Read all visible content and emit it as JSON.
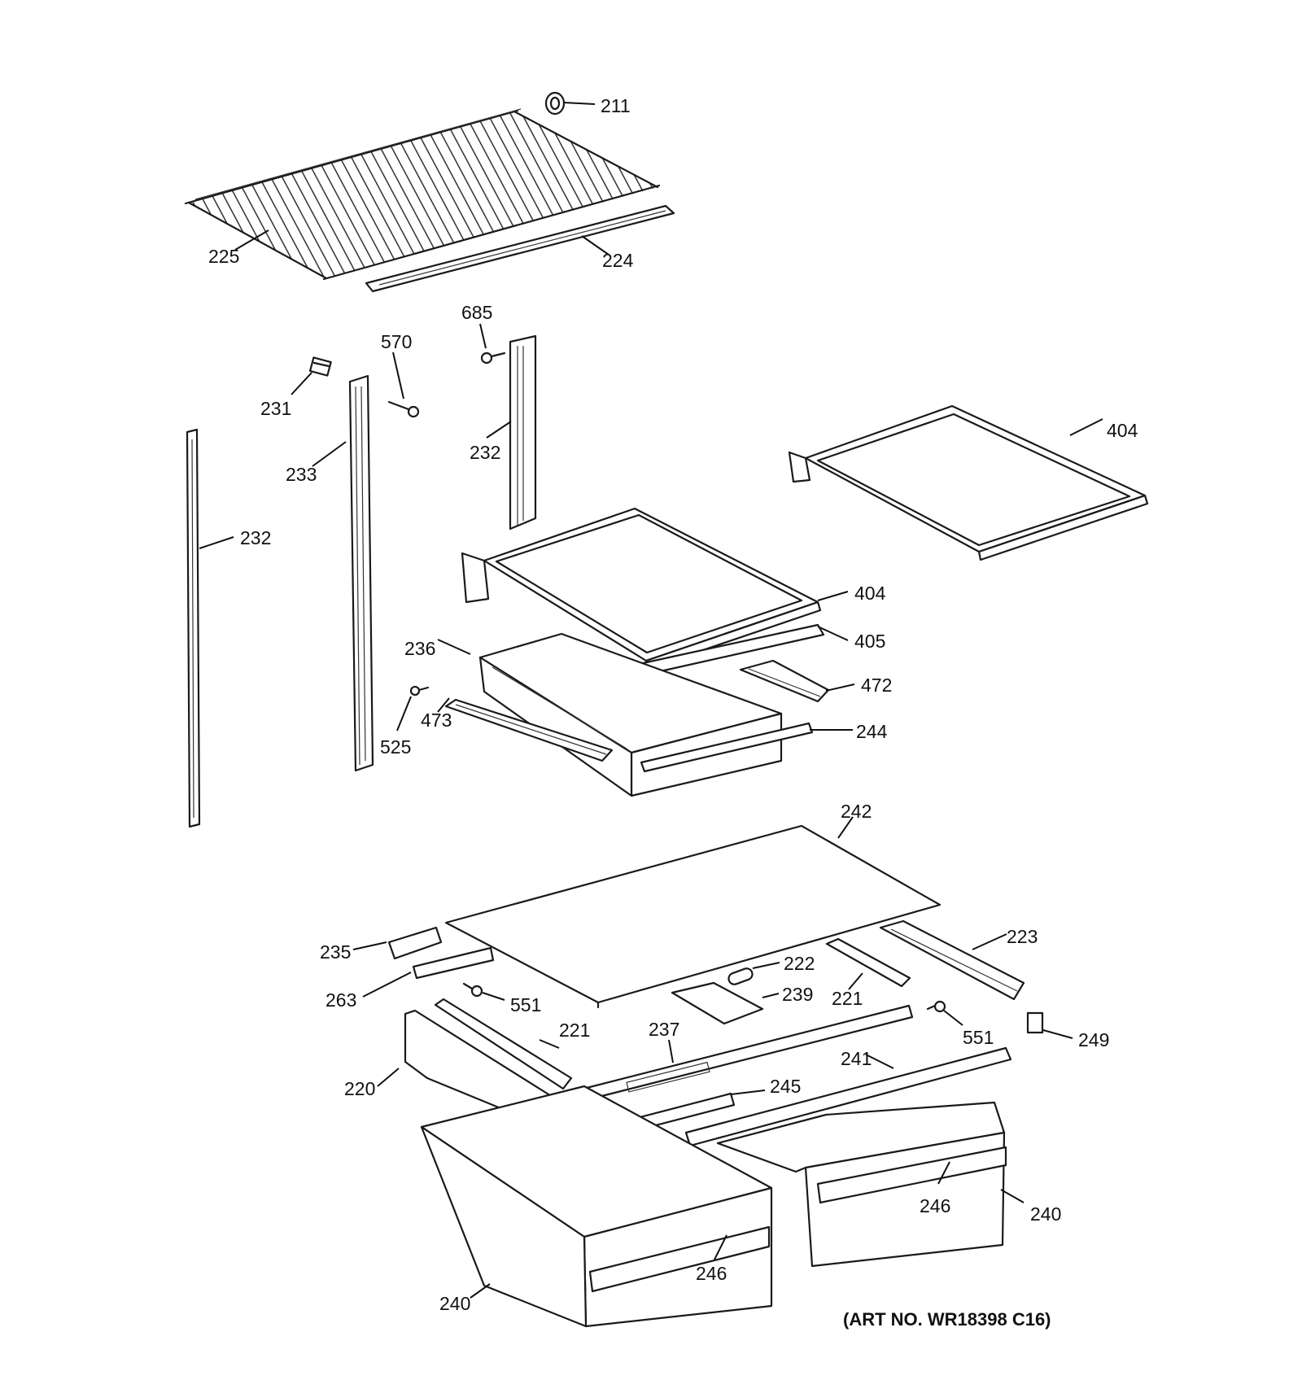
{
  "art_number": "(ART NO. WR18398 C16)",
  "callouts": {
    "c211": "211",
    "c225": "225",
    "c224": "224",
    "c685": "685",
    "c570": "570",
    "c231": "231",
    "c232a": "232",
    "c233": "233",
    "c232b": "232",
    "c404a": "404",
    "c404b": "404",
    "c405": "405",
    "c236": "236",
    "c472": "472",
    "c473": "473",
    "c525": "525",
    "c244": "244",
    "c242": "242",
    "c235": "235",
    "c223": "223",
    "c222": "222",
    "c263": "263",
    "c239": "239",
    "c221a": "221",
    "c551a": "551",
    "c221b": "221",
    "c551b": "551",
    "c249": "249",
    "c237": "237",
    "c241": "241",
    "c220": "220",
    "c245": "245",
    "c246a": "246",
    "c240a": "240",
    "c246b": "246",
    "c240b": "240"
  }
}
